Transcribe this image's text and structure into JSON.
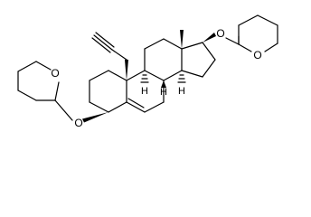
{
  "molecule": {
    "labels": {
      "O_thp_left_ring": "O",
      "O_ether_left": "O",
      "O_ether_right": "O",
      "O_thp_right_ring": "O",
      "H_9": "H",
      "H_8": "H",
      "H_14": "H"
    }
  }
}
